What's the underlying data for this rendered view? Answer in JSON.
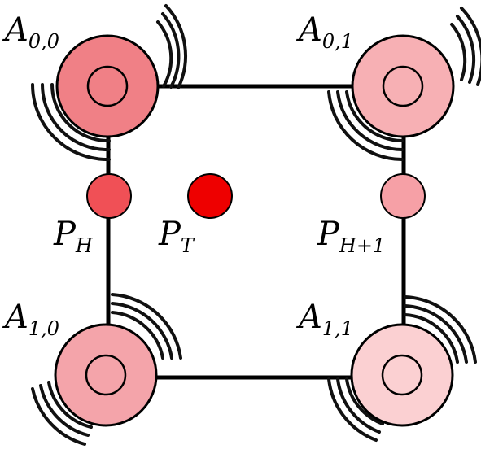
{
  "antennas": {
    "a00": {
      "base": "A",
      "sub": "0,0",
      "color": "#f08086"
    },
    "a01": {
      "base": "A",
      "sub": "0,1",
      "color": "#f7b0b4"
    },
    "a10": {
      "base": "A",
      "sub": "1,0",
      "color": "#f4a4aa"
    },
    "a11": {
      "base": "A",
      "sub": "1,1",
      "color": "#fbd0d2"
    }
  },
  "points": {
    "ph": {
      "base": "P",
      "sub": "H",
      "color": "#f05056"
    },
    "pt": {
      "base": "P",
      "sub": "T",
      "color": "#ee0000"
    },
    "ph1": {
      "base": "P",
      "sub": "H+1",
      "color": "#f6a0a6"
    }
  }
}
